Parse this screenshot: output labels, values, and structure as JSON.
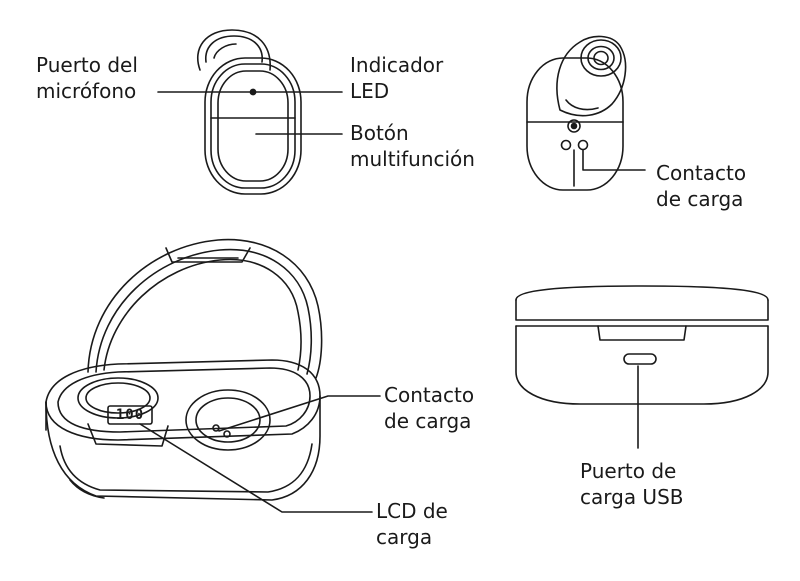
{
  "labels": {
    "mic_port": [
      "Puerto del",
      "micrófono"
    ],
    "led": [
      "Indicador",
      "LED"
    ],
    "multifunction_button": [
      "Botón",
      "multifunción"
    ],
    "earbud_charge_contact": [
      "Contacto",
      "de carga"
    ],
    "case_charge_contact": [
      "Contacto",
      "de carga"
    ],
    "lcd": [
      "LCD de",
      "carga"
    ],
    "usb_port": [
      "Puerto de",
      "carga USB"
    ]
  },
  "lcd_display": "100",
  "colors": {
    "line": "#1a1a1a",
    "background": "#ffffff"
  }
}
